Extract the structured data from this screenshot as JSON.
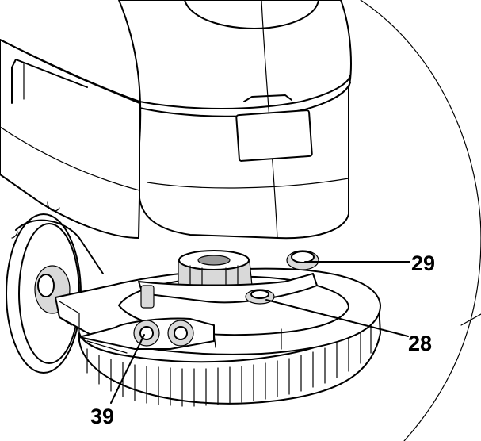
{
  "callouts": [
    {
      "id": "29",
      "label": "29"
    },
    {
      "id": "28",
      "label": "28"
    },
    {
      "id": "39",
      "label": "39"
    }
  ],
  "colors": {
    "line": "#000000",
    "background": "#ffffff",
    "shading": "#d9d9d9"
  }
}
